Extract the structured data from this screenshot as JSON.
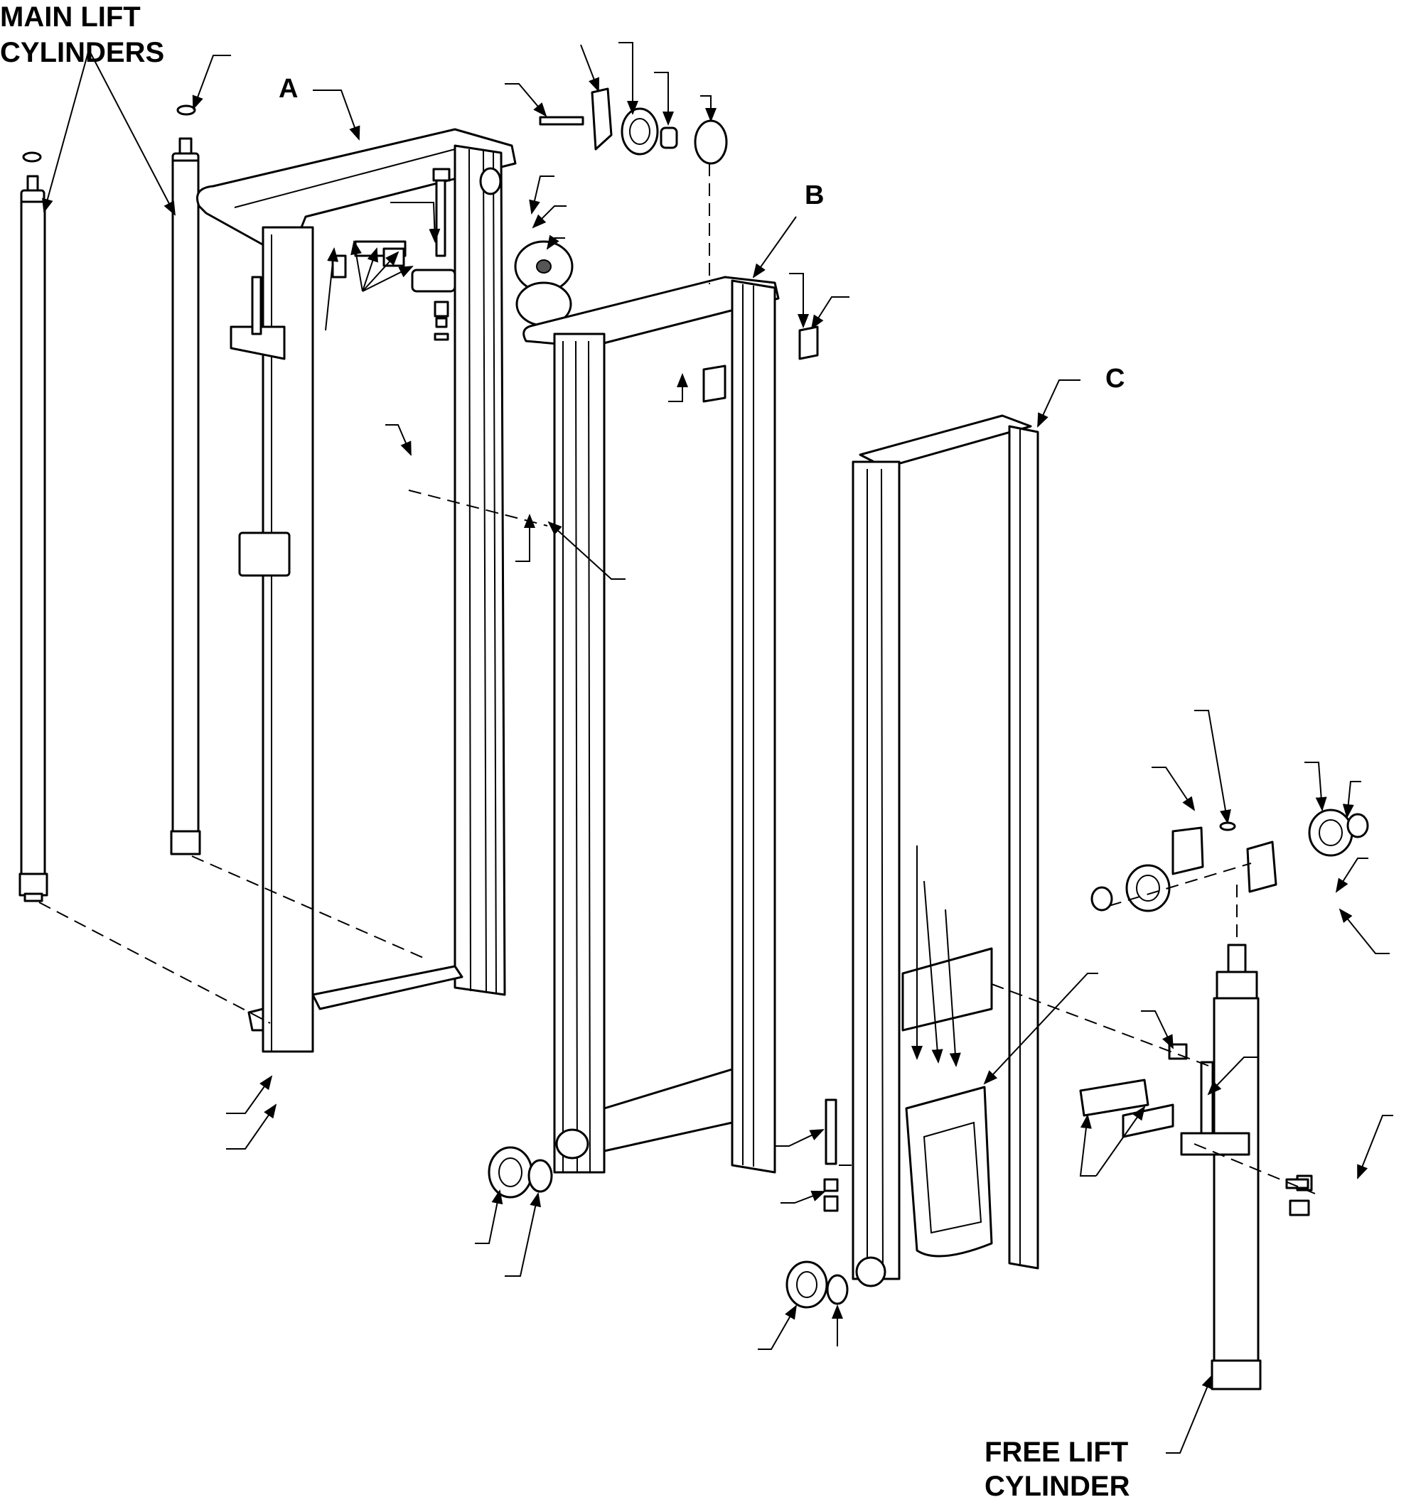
{
  "labels": {
    "main_lift_line1": "MAIN LIFT",
    "main_lift_line2": "CYLINDERS",
    "section_a": "A",
    "section_b": "B",
    "section_c": "C",
    "free_lift_line1": "FREE LIFT",
    "free_lift_line2": "CYLINDER"
  },
  "colors": {
    "line": "#000000",
    "background": "#ffffff",
    "shading": "#d9d9d9"
  }
}
